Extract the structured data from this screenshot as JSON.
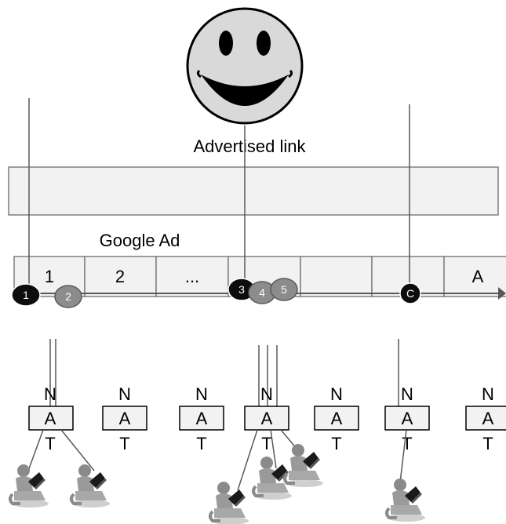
{
  "labels": {
    "advertised_link": "Advertised link",
    "google_ad": "Google Ad"
  },
  "timeline": {
    "cells": [
      "1",
      "2",
      "...",
      "",
      "",
      "",
      "A"
    ]
  },
  "markers": [
    "1",
    "2",
    "3",
    "4",
    "5",
    "C"
  ],
  "nat_boxes": [
    {
      "top": "N",
      "mid": "A",
      "bottom": "T"
    },
    {
      "top": "N",
      "mid": "A",
      "bottom": "T"
    },
    {
      "top": "N",
      "mid": "A",
      "bottom": "T"
    },
    {
      "top": "N",
      "mid": "A",
      "bottom": "T"
    },
    {
      "top": "N",
      "mid": "A",
      "bottom": "T"
    },
    {
      "top": "N",
      "mid": "A",
      "bottom": "T"
    },
    {
      "top": "N",
      "mid": "A",
      "bottom": "T"
    }
  ],
  "colors": {
    "face_fill": "#d9d9d9",
    "box_fill": "#f2f2f2",
    "box_stroke": "#7f7f7f",
    "marker_dark": "#0d0d0d",
    "marker_light": "#8c8c8c",
    "line": "#595959"
  },
  "icons": [
    "smiley-face-icon",
    "user-at-laptop-icon"
  ]
}
